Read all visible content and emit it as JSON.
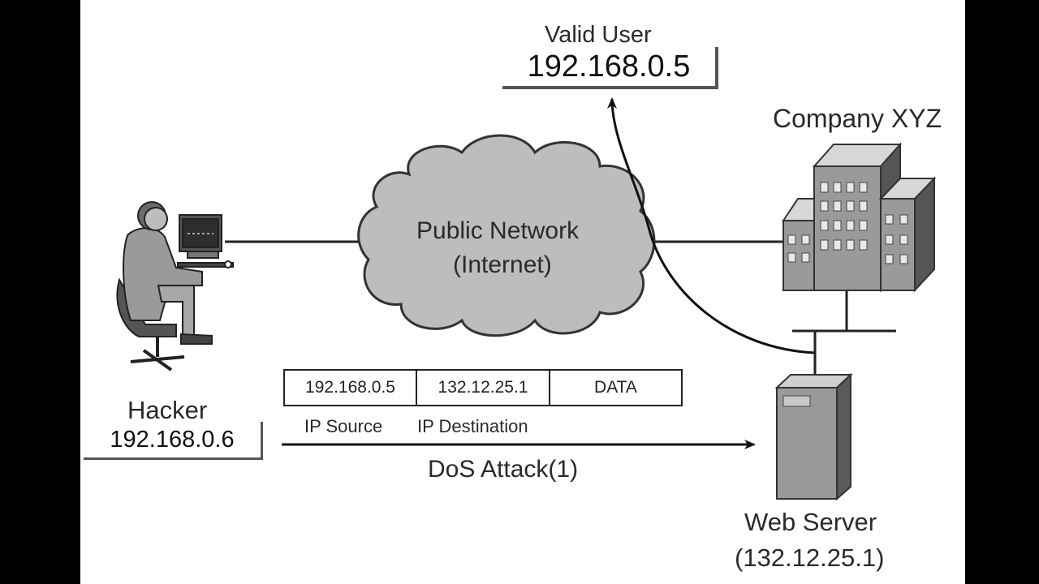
{
  "valid_user": {
    "label": "Valid User",
    "ip": "192.168.0.5"
  },
  "company": {
    "label": "Company XYZ"
  },
  "network": {
    "line1": "Public Network",
    "line2": "(Internet)"
  },
  "hacker": {
    "label": "Hacker",
    "ip": "192.168.0.6"
  },
  "packet": {
    "fields": [
      "192.168.0.5",
      "132.12.25.1",
      "DATA"
    ],
    "source_label": "IP Source",
    "destination_label": "IP Destination"
  },
  "attack": {
    "label": "DoS Attack(1)"
  },
  "server": {
    "label": "Web Server",
    "ip": "(132.12.25.1)"
  }
}
